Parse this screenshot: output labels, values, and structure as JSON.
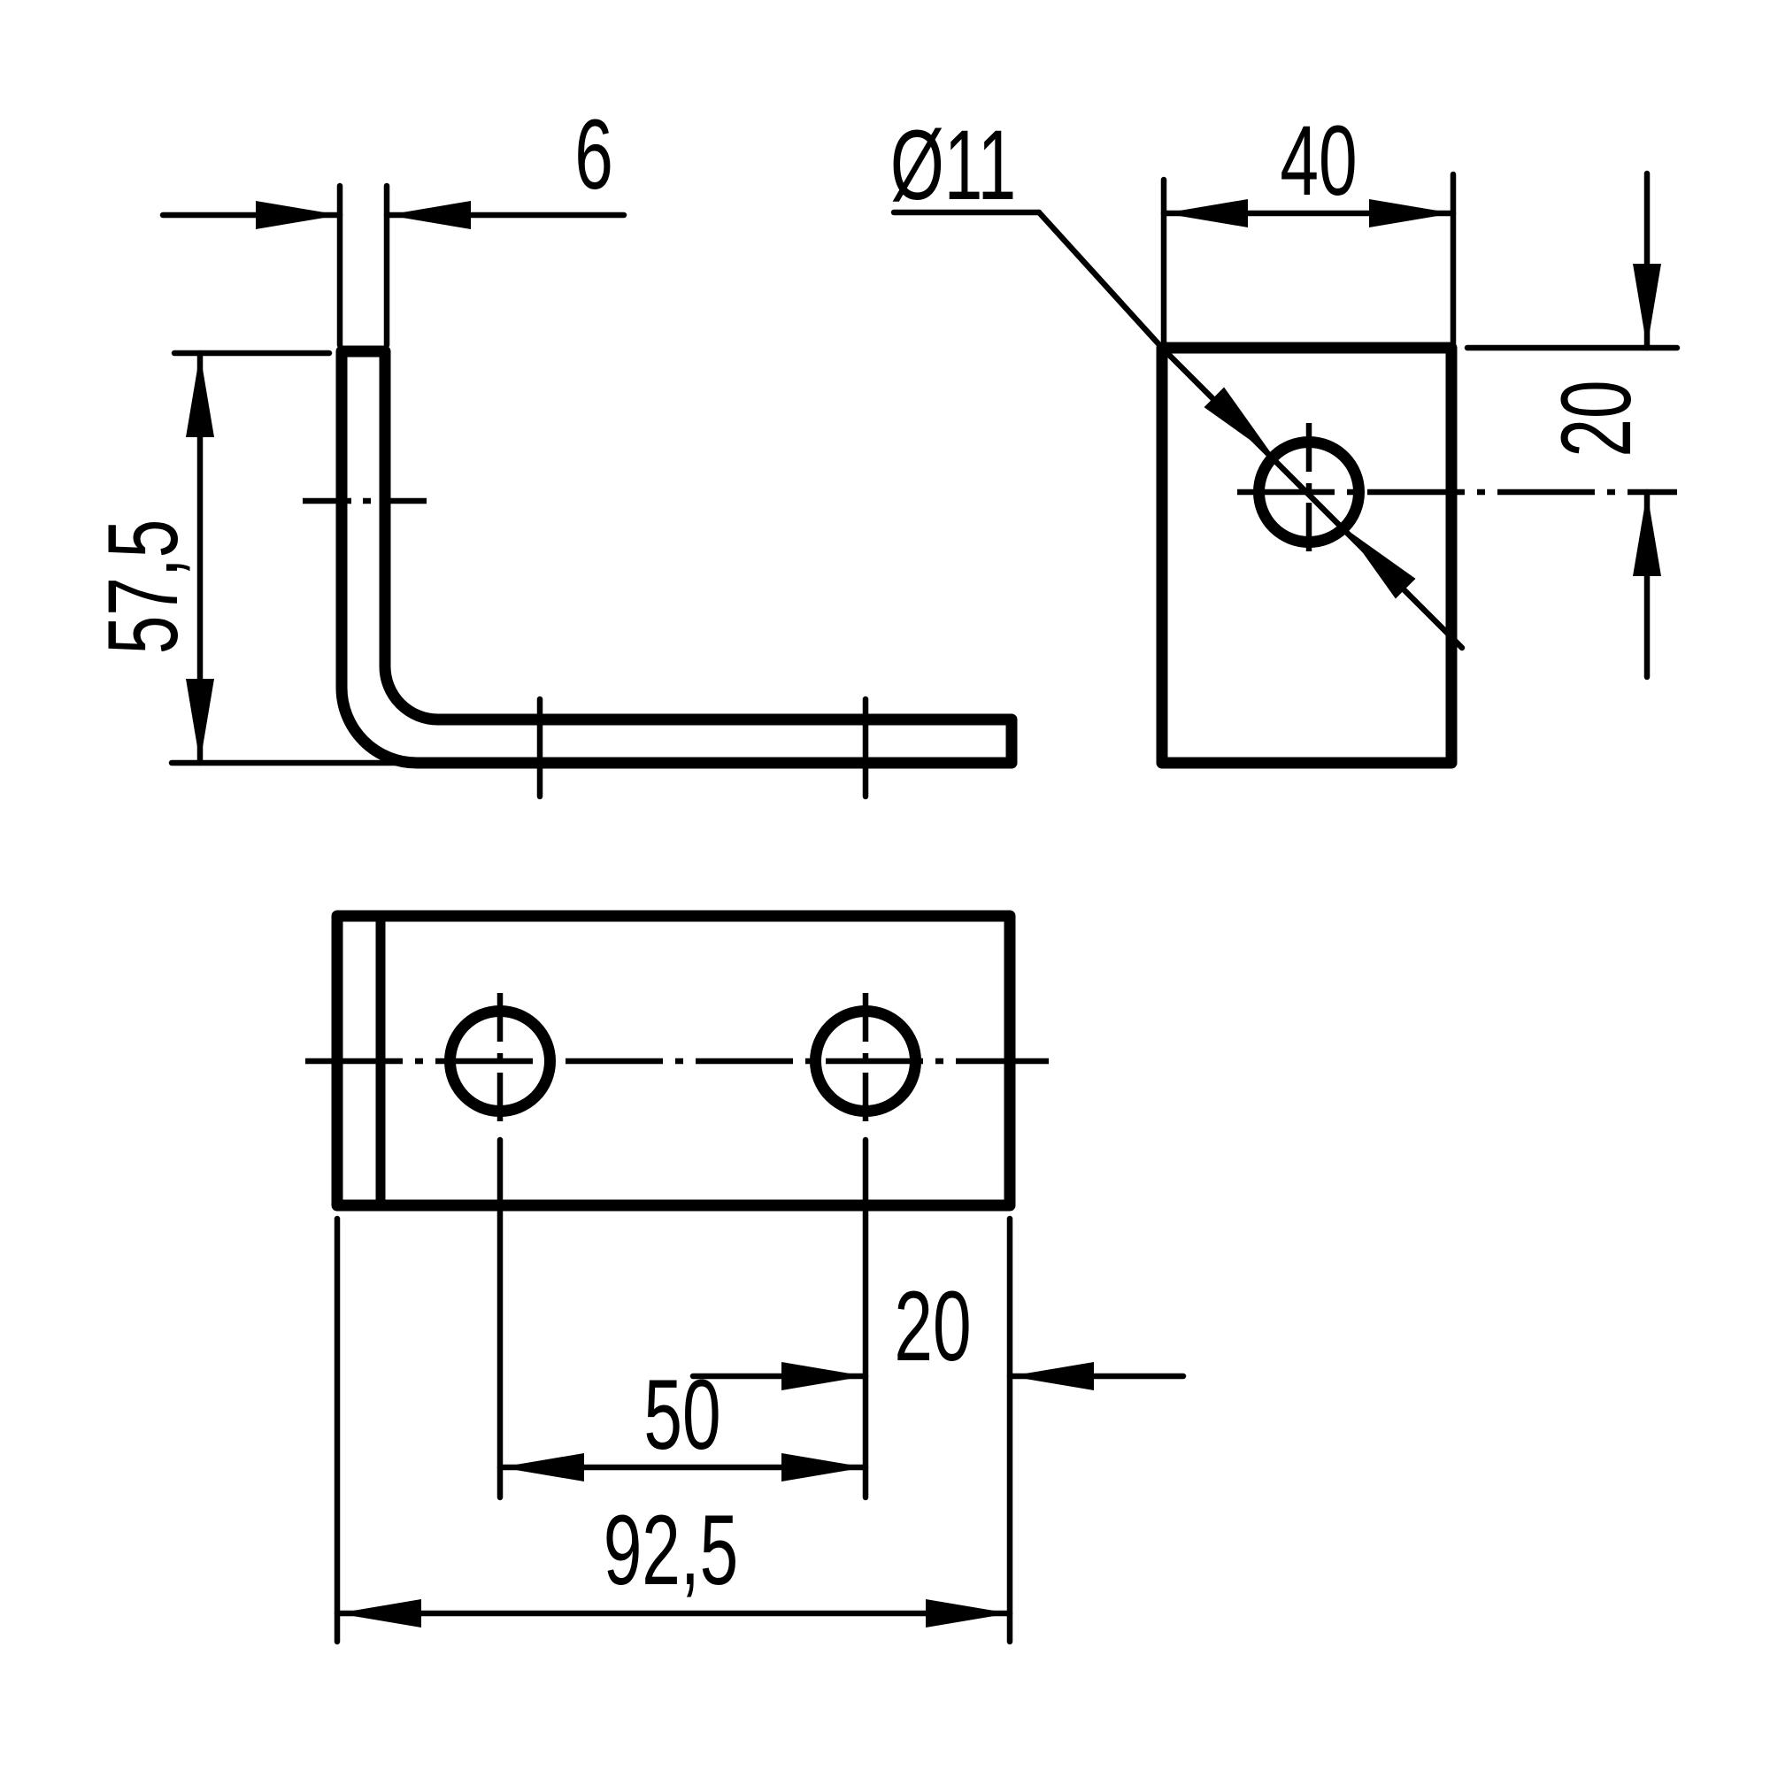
{
  "page": {
    "background": "#ffffff",
    "line_color": "#000000",
    "description": "Technical drawing of an L-shaped angle bracket in three orthographic views"
  },
  "views": {
    "side": {
      "label_thickness": "6",
      "label_height": "57,5"
    },
    "end": {
      "label_width": "40",
      "label_hole_diameter": "Ø11",
      "label_hole_offset": "20"
    },
    "plan": {
      "label_hole_to_edge": "20",
      "label_hole_spacing": "50",
      "label_length": "92,5"
    }
  }
}
